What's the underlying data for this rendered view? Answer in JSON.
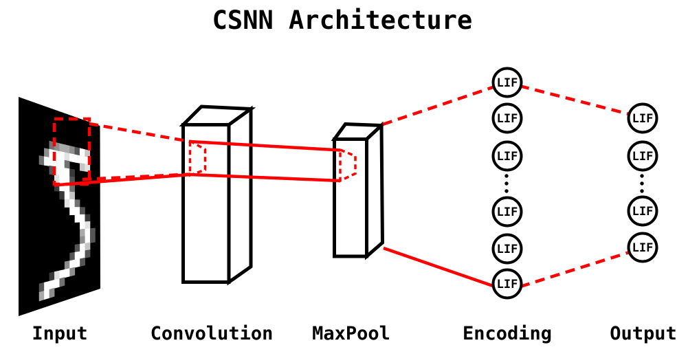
{
  "title": "CSNN Architecture",
  "colors": {
    "accent_red": "#ff0000",
    "ink": "#000000",
    "background": "#ffffff"
  },
  "stages": {
    "input": {
      "label": "Input"
    },
    "convolution": {
      "label": "Convolution"
    },
    "maxpool": {
      "label": "MaxPool"
    },
    "encoding": {
      "label": "Encoding",
      "neurons": [
        "LIF",
        "LIF",
        "LIF",
        "LIF",
        "LIF",
        "LIF"
      ],
      "ellipsis": "⋮"
    },
    "output": {
      "label": "Output",
      "neurons": [
        "LIF",
        "LIF",
        "LIF",
        "LIF"
      ],
      "ellipsis": "⋮"
    }
  },
  "input_digit": {
    "pixels": [
      "0000000000000000",
      "0000000000000000",
      "0000000000000000",
      "0000000000000000",
      "0000004566539700",
      "0000059998999900",
      "0000499994007800",
      "0000003999200000",
      "0000000899300000",
      "0000000299400000",
      "0000000029700000",
      "0000000008940000",
      "0000000000993000",
      "0000000000099200",
      "0000000000009800",
      "0000000000006930",
      "0000000000005930",
      "0000000000039700",
      "0000000000399300",
      "0000000005993000",
      "0000002899500000",
      "0000399940000000",
      "0000695000000000",
      "0000000000000000"
    ]
  }
}
